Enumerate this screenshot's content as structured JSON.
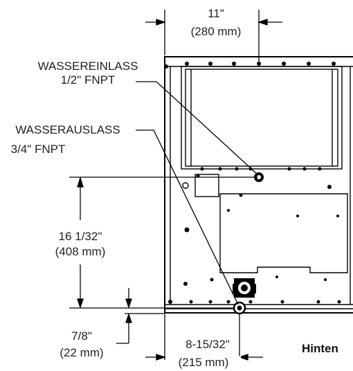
{
  "dims": {
    "width_top": {
      "in": "11\"",
      "mm": "(280 mm)"
    },
    "height_outlet": {
      "in": "16 1/32\"",
      "mm": "(408 mm)"
    },
    "base_offset": {
      "in": "7/8\"",
      "mm": "(22 mm)"
    },
    "outlet_offset": {
      "in": "8-15/32\"",
      "mm": "(215 mm)"
    }
  },
  "callouts": {
    "inlet": {
      "line1": "WASSEREINLASS",
      "line2": "1/2\" FNPT"
    },
    "outlet": {
      "line1": "WASSERAUSLASS",
      "line2": "3/4\" FNPT"
    }
  },
  "view_label": "Hinten"
}
